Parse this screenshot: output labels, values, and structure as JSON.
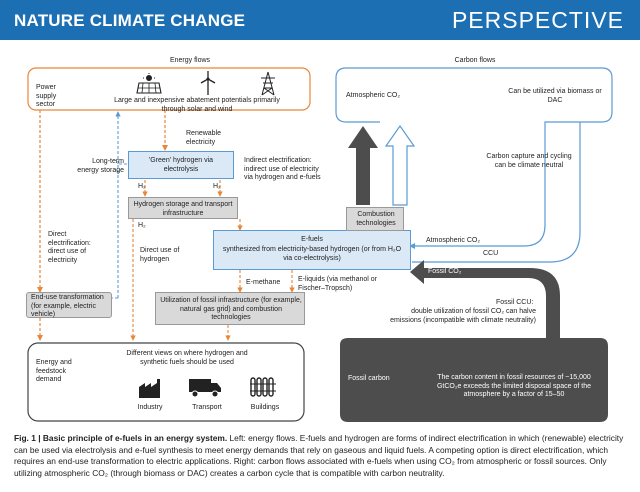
{
  "header": {
    "journal": "NATURE CLIMATE CHANGE",
    "section": "PERSPECTIVE"
  },
  "panels": {
    "left_title": "Energy flows",
    "right_title": "Carbon flows"
  },
  "power_supply": {
    "label": "Power supply sector",
    "text": "Large and inexpensive abatement potentials primarily through solar and wind"
  },
  "renewable_electricity": "Renewable electricity",
  "long_term_storage": "Long-term energy storage",
  "green_hydrogen": "'Green' hydrogen via electrolysis",
  "indirect_electrification": "Indirect electrification: indirect use of electricity via hydrogen and e-fuels",
  "h2": "H₂",
  "hydrogen_storage": "Hydrogen storage and transport infrastructure",
  "direct_electrification": "Direct electrification: direct use of electricity",
  "direct_use_hydrogen": "Direct use of hydrogen",
  "efuels": {
    "title": "E-fuels",
    "text": "synthesized from electricity-based hydrogen (or from H₂O via co-electrolysis)"
  },
  "e_methane": "E-methane",
  "e_liquids": "E-liquids (via methanol or Fischer–Tropsch)",
  "end_use": "End-use transformation (for example, electric vehicle)",
  "fossil_infra": "Utilization of fossil infrastructure (for example, natural gas grid) and combustion technologies",
  "demand": {
    "label": "Energy and feedstock demand",
    "text": "Different views on where hydrogen and synthetic fuels should be used",
    "sectors": [
      "Industry",
      "Transport",
      "Buildings"
    ]
  },
  "carbon": {
    "atmospheric_co2": "Atmospheric CO₂",
    "biomass_dac": "Can be utilized via biomass or DAC",
    "capture": "Carbon capture and cycling can be climate neutral",
    "combustion": "Combustion technologies",
    "atmospheric_co2_small": "Atmospheric CO₂",
    "ccu": "CCU",
    "fossil_co2": "Fossil CO₂",
    "fossil_ccu_title": "Fossil CCU:",
    "fossil_ccu_text": "double utilization of fossil CO₂ can halve emissions (incompatible with climate neutrality)",
    "fossil_carbon": "Fossil carbon",
    "fossil_resources": "The carbon content in fossil resources of ~15,000 GtCO₂e exceeds the limited disposal space of the atmosphere by a factor of 15–50"
  },
  "caption": {
    "bold": "Fig. 1 | Basic principle of e-fuels in an energy system.",
    "text": " Left: energy flows. E-fuels and hydrogen are forms of indirect electrification in which (renewable) electricity can be used via electrolysis and e-fuel synthesis to meet energy demands that rely on gaseous and liquid fuels. A competing option is direct electrification, which requires an end-use transformation to electric applications. Right: carbon flows associated with e-fuels when using CO₂ from atmospheric or fossil sources. Only utilizing atmospheric CO₂ (through biomass or DAC) creates a carbon cycle that is compatible with carbon neutrality."
  },
  "colors": {
    "banner": "#1d6fb3",
    "orange": "#e8863a",
    "blue": "#5b9bd5",
    "light_blue_fill": "#dbe9f6",
    "grey_fill": "#d9d9d9",
    "dark_grey": "#4d4d4d"
  },
  "icons": [
    "solar-panel-icon",
    "wind-turbine-icon",
    "transmission-tower-icon",
    "factory-icon",
    "truck-icon",
    "radiator-icon"
  ]
}
